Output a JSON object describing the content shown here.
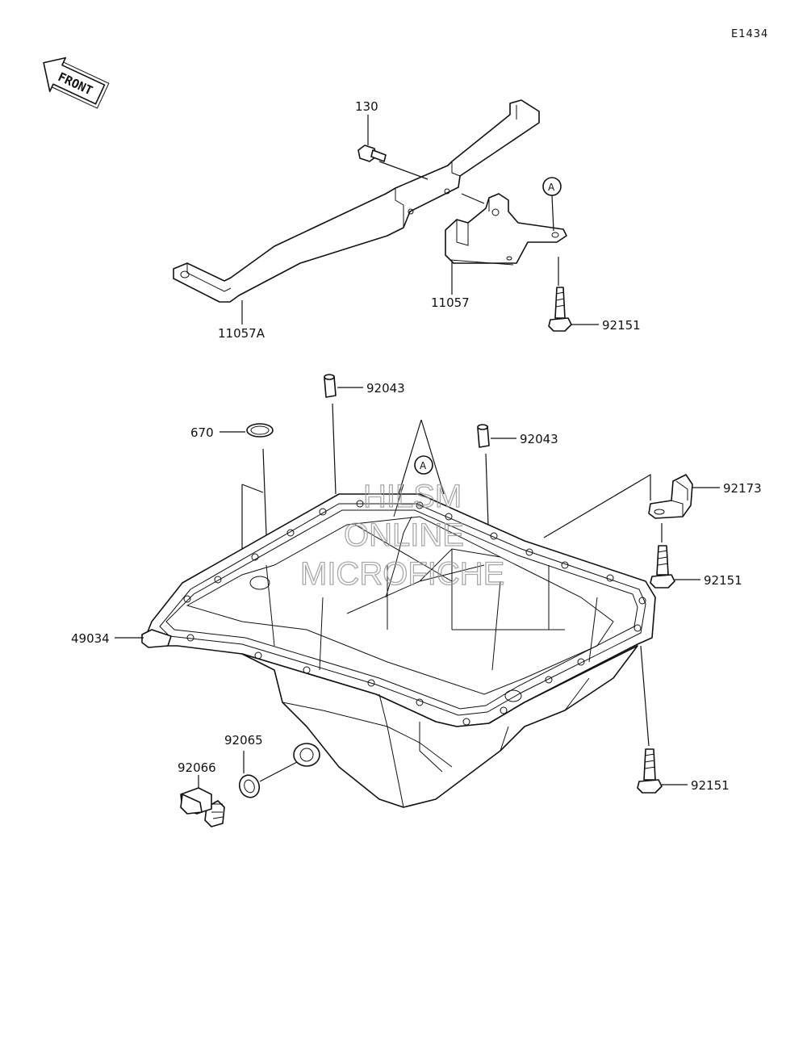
{
  "diagram": {
    "ref_code": "E1434",
    "front_label": "FRONT",
    "callout_letter": "A",
    "watermark": [
      "HILSM",
      "ONLINE",
      "MICROFICHE"
    ],
    "parts": [
      {
        "id": "p130",
        "label": "130"
      },
      {
        "id": "p11057A",
        "label": "11057A"
      },
      {
        "id": "p11057",
        "label": "11057"
      },
      {
        "id": "p92151_top",
        "label": "92151"
      },
      {
        "id": "p92043_left",
        "label": "92043"
      },
      {
        "id": "p92043_right",
        "label": "92043"
      },
      {
        "id": "p670",
        "label": "670"
      },
      {
        "id": "p92173",
        "label": "92173"
      },
      {
        "id": "p92151_mid",
        "label": "92151"
      },
      {
        "id": "p49034",
        "label": "49034"
      },
      {
        "id": "p92065",
        "label": "92065"
      },
      {
        "id": "p92066",
        "label": "92066"
      },
      {
        "id": "p92151_bottom",
        "label": "92151"
      }
    ]
  }
}
